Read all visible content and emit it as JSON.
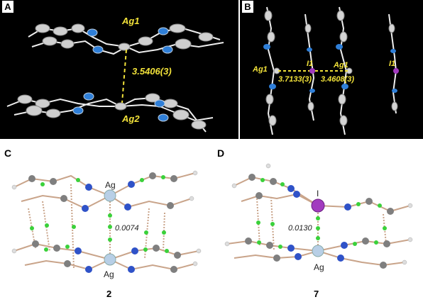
{
  "panels": {
    "a": {
      "letter": "A",
      "atom_top": "Ag1",
      "atom_bottom": "Ag2",
      "distance": "3.5406(3)"
    },
    "b": {
      "letter": "B",
      "atom_ag_left": "Ag1",
      "atom_i_center": "I1",
      "atom_ag_right": "Ag1",
      "atom_i_right": "I1",
      "distance_left": "3.7133(3)",
      "distance_right": "3.4608(3)"
    },
    "c": {
      "letter": "C",
      "atom_top": "Ag",
      "atom_bottom": "Ag",
      "value": "0.0074",
      "compound": "2"
    },
    "d": {
      "letter": "D",
      "atom_top": "I",
      "atom_bottom": "Ag",
      "value": "0.0130",
      "compound": "7"
    }
  },
  "colors": {
    "carbon_dark": "#d8d8d8",
    "nitrogen": "#2f7fd8",
    "iodine": "#a23bbf",
    "silver": "#b8cfe6",
    "label_yellow": "#f2e23a",
    "bcp_green": "#3ad13a",
    "bond_path": "#c9a48a"
  }
}
